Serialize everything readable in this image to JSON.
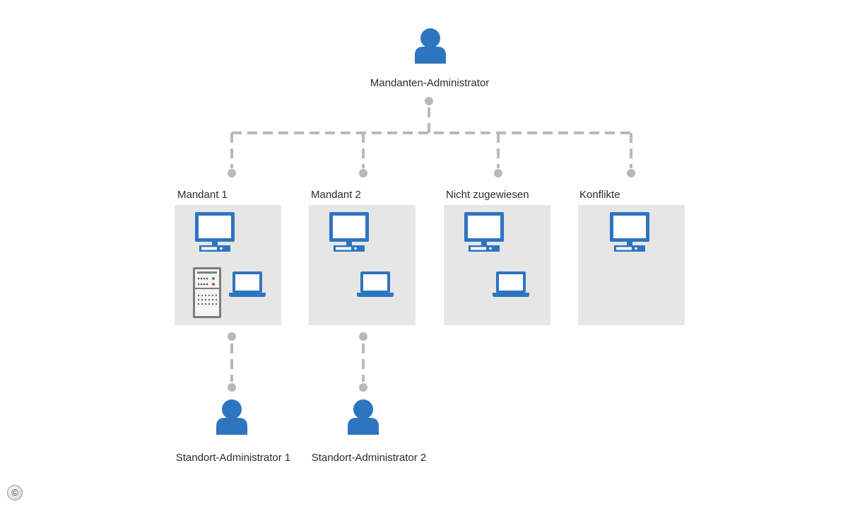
{
  "top_admin": {
    "label": "Mandanten-Administrator"
  },
  "groups": [
    {
      "label": "Mandant 1",
      "devices": [
        "desktop-icon",
        "server-tower-icon",
        "laptop-icon"
      ]
    },
    {
      "label": "Mandant 2",
      "devices": [
        "desktop-icon",
        "laptop-icon"
      ]
    },
    {
      "label": "Nicht zugewiesen",
      "devices": [
        "desktop-icon",
        "laptop-icon"
      ]
    },
    {
      "label": "Konflikte",
      "devices": [
        "desktop-icon"
      ]
    }
  ],
  "site_admins": [
    {
      "label": "Standort-Administrator 1"
    },
    {
      "label": "Standort-Administrator 2"
    }
  ],
  "copyright_symbol": "©",
  "colors": {
    "icon_blue": "#2e75c0",
    "connector_gray": "#b9b9b9",
    "box_gray": "#e6e6e6",
    "text": "#2b2b2b"
  }
}
